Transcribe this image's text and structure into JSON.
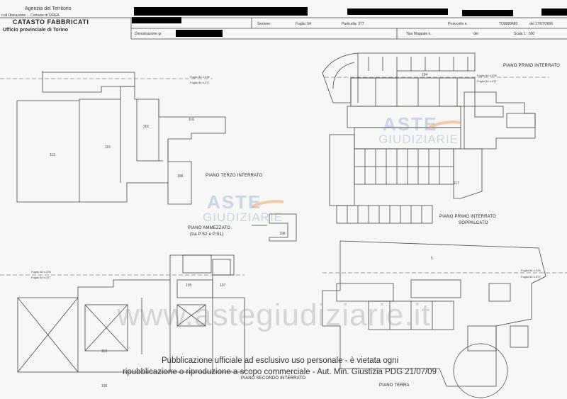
{
  "header": {
    "agency_line1": "Agenzia del Territorio",
    "agency_line2": "CATASTO FABBRICATI",
    "agency_line3": "Ufficio provinciale di  Torino",
    "left_fragment": "o di Ubicazione ... Comune di IVREA",
    "sezione_label": "Sezione:",
    "foglio_label": "Foglio: 54",
    "particella_label": "Particella: 377",
    "protocollo_label": "Protocollo n.",
    "protocollo_value": "TO0089483",
    "date_label": "del 17/07/2006",
    "dimostrazione_label": "Dimostrazione gr",
    "tipo_mappale_label": "Tipo Mappale n.",
    "del_label": "del",
    "scala_label": "Scala 1 : 500"
  },
  "plans": {
    "terzo_interrato": "PIANO TERZO INTERRATO",
    "primo_interrato": "PIANO PRIMO INTERRATO",
    "primo_interrato_soppalcato_1": "PIANO PRIMO INTERRATO",
    "primo_interrato_soppalcato_2": "SOPPALCATO",
    "ammezzato_1": "PIANO AMMEZZATO",
    "ammezzato_2": "(tra P.S2 e P.S1)",
    "secondo_interrato": "PIANO SECONDO INTERRATO",
    "terra": "PIANO TERRA"
  },
  "foglio_refs": {
    "f1": "Foglio 54 n.378",
    "f2": "Foglio 54 n.377",
    "f3": "Foglio 54 n.378",
    "f4": "Foglio 54 n.377",
    "f5": "Foglio 54 n.378",
    "f6": "Foglio 54 n.377",
    "f7": "Foglio 54 n.378",
    "f8": "Foglio 54 n.377"
  },
  "watermarks": {
    "aste": "ASTE",
    "giudiziarie": "GIUDIZIARIE",
    "url": "www.astegiudiziarie.it"
  },
  "notice": {
    "line1": "Pubblicazione ufficiale ad esclusivo uso personale - è vietata ogni",
    "line2": "ripubblicazione o riproduzione a scopo commerciale - Aut. Min. Giustizia PDG 21/07/09"
  },
  "colors": {
    "line": "#444444",
    "redaction": "#000000",
    "watermark_blue": "#7896c8",
    "watermark_orange": "#e8a060"
  }
}
